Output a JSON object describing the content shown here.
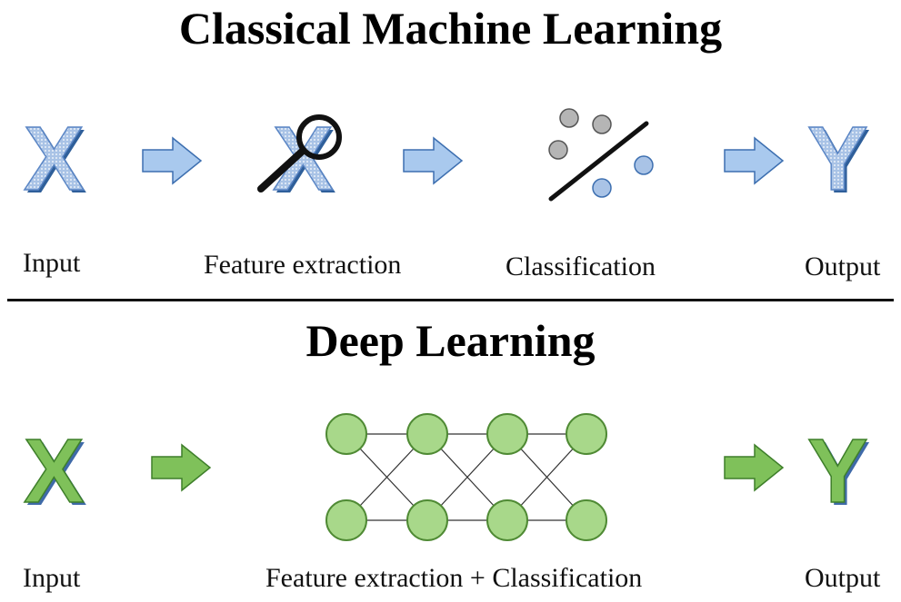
{
  "classical": {
    "title": "Classical Machine Learning",
    "input_label": "Input",
    "feature_label": "Feature extraction",
    "classification_label": "Classification",
    "output_label": "Output",
    "color": "#7aa6dc"
  },
  "deep": {
    "title": "Deep Learning",
    "input_label": "Input",
    "combined_label": "Feature extraction + Classification",
    "output_label": "Output",
    "color": "#7fc15a"
  },
  "symbols": {
    "x": "X",
    "y": "Y"
  }
}
